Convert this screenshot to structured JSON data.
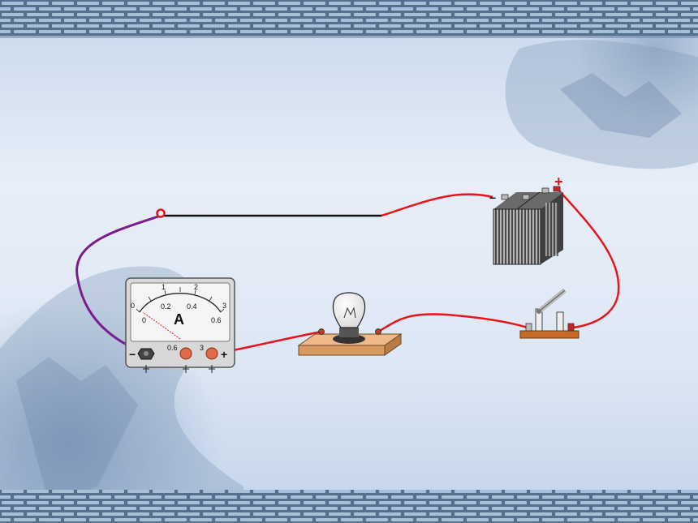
{
  "background": {
    "sky_top": "#b9cde6",
    "sky_mid": "#e6eef9",
    "frame_dark": "#4d6a8c",
    "frame_brick": "#8aa6c4"
  },
  "ammeter": {
    "unit_symbol": "A",
    "upper_scale": [
      "0",
      "1",
      "2",
      "3"
    ],
    "lower_scale": [
      "0",
      "0.2",
      "0.4",
      "0.6"
    ],
    "terminal_labels": [
      "0.6",
      "3"
    ],
    "minus_sign": "−",
    "plus_sign": "+",
    "needle_reading": 0
  },
  "battery": {
    "minus_sign": "−",
    "plus_sign": "+",
    "cells": 2
  },
  "switch": {
    "state": "open"
  },
  "wires": {
    "red": "#e8141c",
    "purple": "#7a1c8c",
    "black": "#111111",
    "open_end_marker": "#e8141c"
  }
}
